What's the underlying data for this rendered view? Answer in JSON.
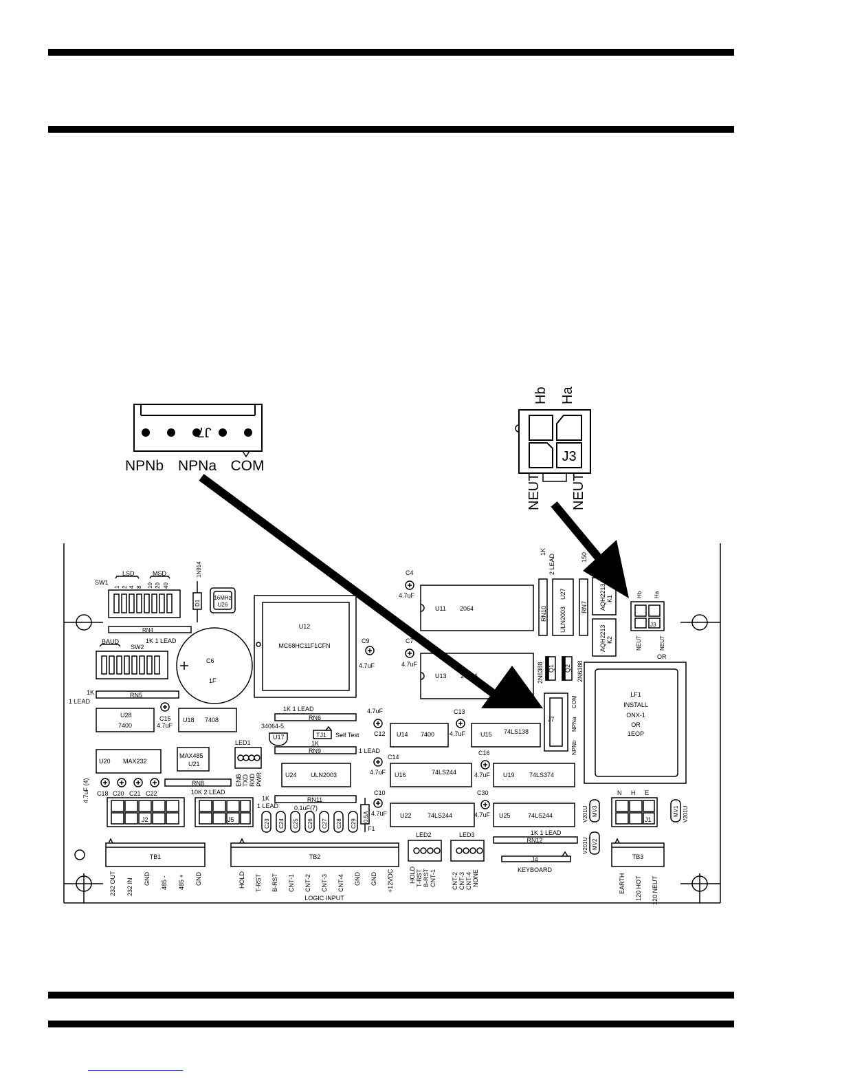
{
  "j7_detail": {
    "ref": "J7",
    "pins": [
      "NPNb",
      "NPNa",
      "COM"
    ]
  },
  "j3_detail": {
    "ref": "J3",
    "top": [
      "Hb",
      "Ha"
    ],
    "bottom": [
      "NEUT",
      "NEUT"
    ]
  },
  "board": {
    "sw1": "SW1",
    "lsd": "LSD",
    "msd": "MSD",
    "sw1_nums": [
      "1",
      "2",
      "4",
      "8",
      "10",
      "20",
      "40"
    ],
    "in914": "1N914",
    "d1": "D1",
    "xtal": [
      "16MHz",
      "U26"
    ],
    "rn4": "RN4",
    "baud": "BAUD",
    "sw2": "SW2",
    "k1lead": "1K 1 LEAD",
    "c6": "C6",
    "c6v": "1F",
    "u12": "U12",
    "mc": "MC68HC11F1CFN",
    "c9": "C9",
    "c9v": "4.7uF",
    "c4": "C4",
    "c4v": "4.7uF",
    "c7": "C7",
    "c7v": "4.7uF",
    "u11": "U11",
    "u11p": "2064",
    "u13": "U13",
    "u13p": "27256",
    "rn10": "RN10",
    "k1_2lead": "1K",
    "two_lead": "2 LEAD",
    "u27": "U27",
    "uln": "ULN2003",
    "rn7": "RN7",
    "r150": "150",
    "aqh1": "AQH2213",
    "k1": "K1",
    "aqh2": "AQH2213",
    "k2": "K2",
    "hb": "Hb",
    "ha": "Ha",
    "j3": "J3",
    "neut1": "NEUT",
    "neut2": "NEUT",
    "or": "OR",
    "q1": "Q1",
    "q2": "Q2",
    "n6388a": "2N6388",
    "n6388b": "2N6388",
    "lf1": [
      "LF1",
      "INSTALL",
      "ONX-1",
      "OR",
      "1EOP"
    ],
    "j7": "J7",
    "com": "COM",
    "npna": "NPNa",
    "npnb": "NPNb",
    "rn5": "RN5",
    "k1_rn5a": "1K",
    "k1_rn5b": "1 LEAD",
    "u28": "U28",
    "u28p": "7400",
    "c15": "C15",
    "c15v": "4.7uF",
    "u18": "U18",
    "u18p": "7408",
    "k1lead_rn6": "1K  1 LEAD",
    "rn6": "RN6",
    "n34064": "34064-5",
    "u17": "U17",
    "tj1": "TJ1",
    "selftest": "Self Test",
    "k1_rn9": "1K",
    "rn9": "RN9",
    "lead1_rn9": "1 LEAD",
    "led1": "LED1",
    "c12": "C12",
    "c12v": "4.7uF",
    "c13": "C13",
    "c13v": "4.7uF",
    "u14": "U14",
    "u14p": "7400",
    "u15": "U15",
    "u15p": "74LS138",
    "u20": "U20",
    "u20p": "MAX232",
    "max485": "MAX485",
    "u21": "U21",
    "c14": "C14",
    "c14v": "4.7uF",
    "c16": "C16",
    "c16v": "4.7uF",
    "u24": "U24",
    "u24p": "ULN2003",
    "u16": "U16",
    "u16p": "74LS244",
    "u19": "U19",
    "u19p": "74LS374",
    "cap4": "4.7uF (4)",
    "c18": "C18",
    "c20": "C20",
    "c21": "C21",
    "c22": "C22",
    "rn8": "RN8",
    "led1_sig": [
      "ENB",
      "TXD",
      "RXD",
      "PWR"
    ],
    "k10_2lead": "10K  2 LEAD",
    "j2": "J2",
    "j5": "J5",
    "k1_rn11a": "1K",
    "k1_rn11b": "1 LEAD",
    "rn11": "RN11",
    "c01uf": "0.1uF(7)",
    "caps7": [
      "C23",
      "C24",
      "C25",
      "C26",
      "C27",
      "C28",
      "C29"
    ],
    "f05a": "0.5A",
    "f1": "F1",
    "c10": "C10",
    "c10v": "4.7uF",
    "c30": "C30",
    "c30v": "4.7uF",
    "u22": "U22",
    "u22p": "74LS244",
    "u25": "U25",
    "u25p": "74LS244",
    "rn12": "RN12",
    "k1lead_rn12": "1K  1 LEAD",
    "j4": "J4",
    "keyboard": "KEYBOARD",
    "v201u": [
      "V201U",
      "V201U",
      "V201U"
    ],
    "mv1": "MV1",
    "mv2": "MV2",
    "mv3": "MV3",
    "nhe": [
      "N",
      "H",
      "E"
    ],
    "j1": "J1",
    "tb1": "TB1",
    "tb1_pins": [
      "232 OUT",
      "232 IN",
      "GND",
      "485 -",
      "485 +",
      "GND"
    ],
    "tb2": "TB2",
    "tb2_pins": [
      "HOLD",
      "T-RST",
      "B-RST",
      "CNT-1",
      "CNT-2",
      "CNT-3",
      "CNT-4",
      "GND",
      "GND",
      "+12VDC"
    ],
    "logic_input": "LOGIC INPUT",
    "led2": "LED2",
    "led2_sig": [
      "HOLD",
      "T-RST",
      "B-RST",
      "CNT-1"
    ],
    "led3": "LED3",
    "led3_sig": [
      "CNT-2",
      "CNT-3",
      "CNT-4",
      "NONE"
    ],
    "tb3": "TB3",
    "tb3_pins": [
      "EARTH",
      "120 HOT",
      "120 NEUT"
    ]
  }
}
